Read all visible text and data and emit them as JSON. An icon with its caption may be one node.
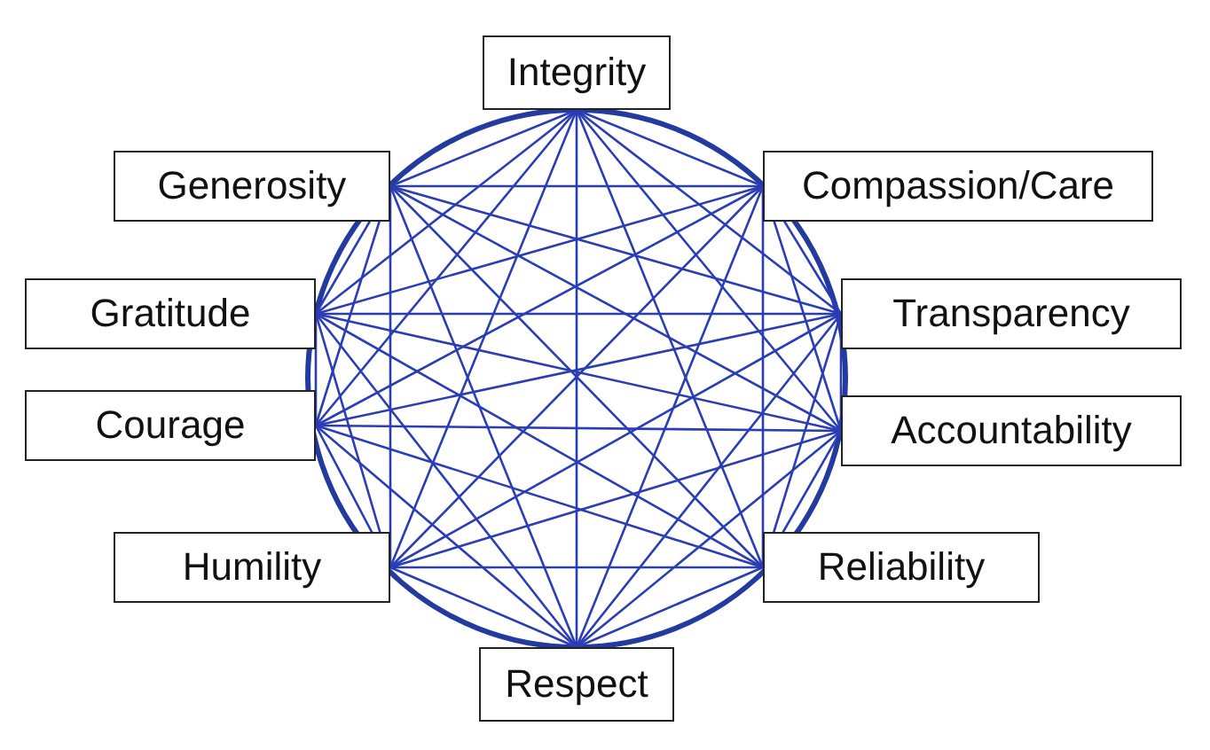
{
  "diagram": {
    "nodes": [
      {
        "text": [
          "Integrity"
        ]
      },
      {
        "text": [
          "Generosity"
        ]
      },
      {
        "text": [
          "Compassion/Care"
        ]
      },
      {
        "text": [
          "Gratitude"
        ]
      },
      {
        "text": [
          "Transparency"
        ]
      },
      {
        "text": [
          "Courage"
        ]
      },
      {
        "text": [
          "Accountability"
        ]
      },
      {
        "text": [
          "Humility"
        ]
      },
      {
        "text": [
          "Reliability"
        ]
      },
      {
        "text": [
          "Respect"
        ]
      }
    ],
    "edges": [
      {
        "from": 0,
        "to": 1,
        "arrow": "none"
      },
      {
        "from": 0,
        "to": 2,
        "arrow": "none"
      },
      {
        "from": 0,
        "to": 3,
        "arrow": "none"
      },
      {
        "from": 0,
        "to": 4,
        "arrow": "none"
      },
      {
        "from": 0,
        "to": 5,
        "arrow": "none"
      },
      {
        "from": 0,
        "to": 6,
        "arrow": "none"
      },
      {
        "from": 0,
        "to": 7,
        "arrow": "none"
      },
      {
        "from": 0,
        "to": 8,
        "arrow": "none"
      },
      {
        "from": 0,
        "to": 9,
        "arrow": "none"
      },
      {
        "from": 1,
        "to": 2,
        "arrow": "none"
      },
      {
        "from": 1,
        "to": 3,
        "arrow": "none"
      },
      {
        "from": 1,
        "to": 4,
        "arrow": "none"
      },
      {
        "from": 1,
        "to": 5,
        "arrow": "none"
      },
      {
        "from": 1,
        "to": 6,
        "arrow": "none"
      },
      {
        "from": 1,
        "to": 7,
        "arrow": "none"
      },
      {
        "from": 1,
        "to": 8,
        "arrow": "none"
      },
      {
        "from": 1,
        "to": 9,
        "arrow": "none"
      },
      {
        "from": 2,
        "to": 3,
        "arrow": "none"
      },
      {
        "from": 2,
        "to": 4,
        "arrow": "none"
      },
      {
        "from": 2,
        "to": 5,
        "arrow": "none"
      },
      {
        "from": 2,
        "to": 6,
        "arrow": "none"
      },
      {
        "from": 2,
        "to": 7,
        "arrow": "none"
      },
      {
        "from": 2,
        "to": 8,
        "arrow": "none"
      },
      {
        "from": 2,
        "to": 9,
        "arrow": "none"
      },
      {
        "from": 3,
        "to": 4,
        "arrow": "none"
      },
      {
        "from": 3,
        "to": 5,
        "arrow": "none"
      },
      {
        "from": 3,
        "to": 6,
        "arrow": "none"
      },
      {
        "from": 3,
        "to": 7,
        "arrow": "none"
      },
      {
        "from": 3,
        "to": 8,
        "arrow": "none"
      },
      {
        "from": 3,
        "to": 9,
        "arrow": "none"
      },
      {
        "from": 4,
        "to": 5,
        "arrow": "none"
      },
      {
        "from": 4,
        "to": 6,
        "arrow": "none"
      },
      {
        "from": 4,
        "to": 7,
        "arrow": "none"
      },
      {
        "from": 4,
        "to": 8,
        "arrow": "none"
      },
      {
        "from": 4,
        "to": 9,
        "arrow": "none"
      },
      {
        "from": 5,
        "to": 6,
        "arrow": "none"
      },
      {
        "from": 5,
        "to": 7,
        "arrow": "none"
      },
      {
        "from": 5,
        "to": 8,
        "arrow": "none"
      },
      {
        "from": 5,
        "to": 9,
        "arrow": "none"
      },
      {
        "from": 6,
        "to": 7,
        "arrow": "none"
      },
      {
        "from": 6,
        "to": 8,
        "arrow": "none"
      },
      {
        "from": 6,
        "to": 9,
        "arrow": "none"
      },
      {
        "from": 7,
        "to": 8,
        "arrow": "none"
      },
      {
        "from": 7,
        "to": 9,
        "arrow": "none"
      },
      {
        "from": 8,
        "to": 9,
        "arrow": "none"
      }
    ]
  }
}
